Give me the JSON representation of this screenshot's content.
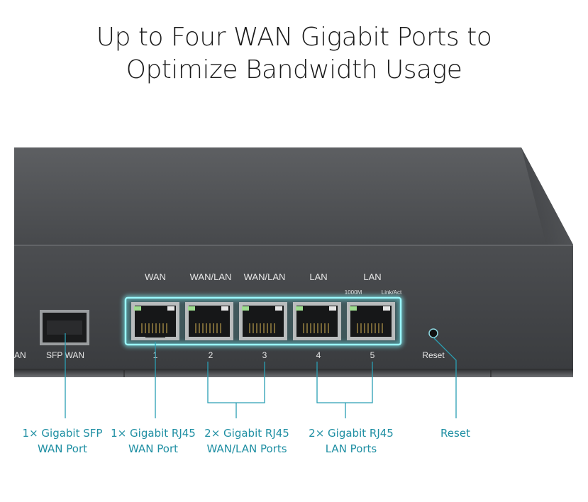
{
  "headline": {
    "line1": "Up to Four WAN Gigabit Ports to",
    "line2": "Optimize Bandwidth Usage"
  },
  "colors": {
    "accent": "#1f8fa3",
    "glow": "#7ef2f7",
    "device_body": "#4a4c4f"
  },
  "device": {
    "port_group_labels": [
      "WAN",
      "WAN/LAN",
      "WAN/LAN",
      "LAN",
      "LAN"
    ],
    "port_numbers": [
      "1",
      "2",
      "3",
      "4",
      "5"
    ],
    "led_labels": {
      "speed": "1000M",
      "link": "Link/Act"
    },
    "sfp_label": "SFP WAN",
    "left_cut_label": "AN",
    "reset_label": "Reset"
  },
  "callouts": {
    "sfp": {
      "line1": "1× Gigabit SFP",
      "line2": "WAN Port"
    },
    "rj45_wan": {
      "line1": "1× Gigabit RJ45",
      "line2": "WAN Port"
    },
    "wanlan": {
      "line1": "2× Gigabit RJ45",
      "line2": "WAN/LAN Ports"
    },
    "lan": {
      "line1": "2× Gigabit RJ45",
      "line2": "LAN Ports"
    },
    "reset": {
      "line1": "Reset"
    }
  }
}
